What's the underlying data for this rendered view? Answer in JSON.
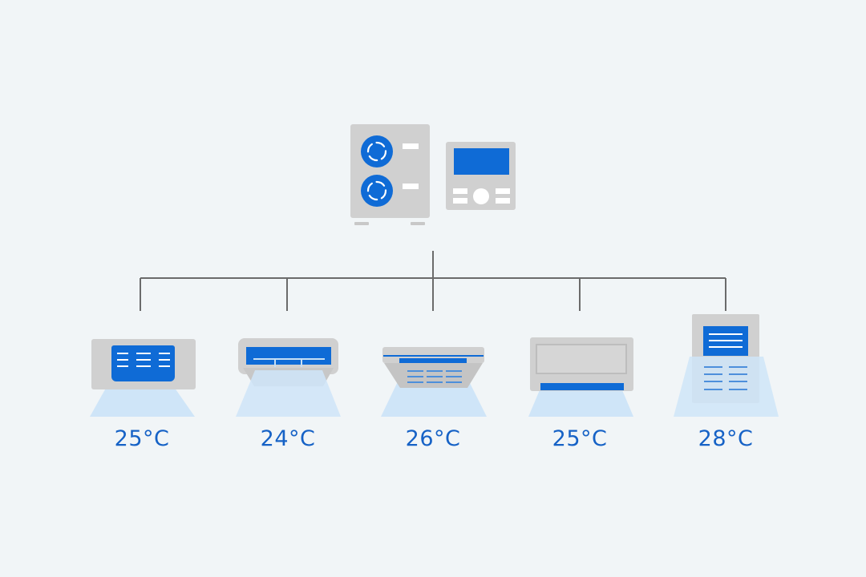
{
  "colors": {
    "background": "#f1f5f7",
    "unit_gray": "#d0d0d0",
    "unit_edge": "#c2c2c2",
    "accent_blue": "#0f6bd6",
    "airflow_blue": "#cfe5f8",
    "line_gray": "#6b6b6b",
    "label_blue": "#1662c6"
  },
  "controller": {
    "outdoor_unit_icon": "outdoor-condenser-icon",
    "remote_icon": "wall-controller-icon"
  },
  "indoor_units": [
    {
      "icon": "ceiling-cassette-icon",
      "temperature": "25°C"
    },
    {
      "icon": "ceiling-suspended-icon",
      "temperature": "24°C"
    },
    {
      "icon": "ceiling-4way-cassette-icon",
      "temperature": "26°C"
    },
    {
      "icon": "wall-mounted-icon",
      "temperature": "25°C"
    },
    {
      "icon": "floor-standing-icon",
      "temperature": "28°C"
    }
  ]
}
